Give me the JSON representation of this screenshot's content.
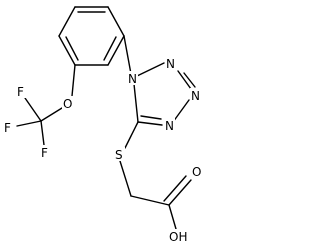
{
  "molecule": {
    "atoms": [
      {
        "id": "n1",
        "label": "N",
        "name": "atom-n1"
      },
      {
        "id": "n2",
        "label": "N",
        "name": "atom-n2"
      },
      {
        "id": "n3",
        "label": "N",
        "name": "atom-n3"
      },
      {
        "id": "n4",
        "label": "N",
        "name": "atom-n4"
      },
      {
        "id": "s",
        "label": "S",
        "name": "atom-s"
      },
      {
        "id": "o_ether",
        "label": "O",
        "name": "atom-o-ether"
      },
      {
        "id": "f1",
        "label": "F",
        "name": "atom-f-top"
      },
      {
        "id": "f2",
        "label": "F",
        "name": "atom-f-left"
      },
      {
        "id": "f3",
        "label": "F",
        "name": "atom-f-bottom"
      },
      {
        "id": "o_carbonyl",
        "label": "O",
        "name": "atom-o-carbonyl"
      },
      {
        "id": "oh",
        "label": "OH",
        "name": "atom-hydroxyl"
      }
    ]
  }
}
